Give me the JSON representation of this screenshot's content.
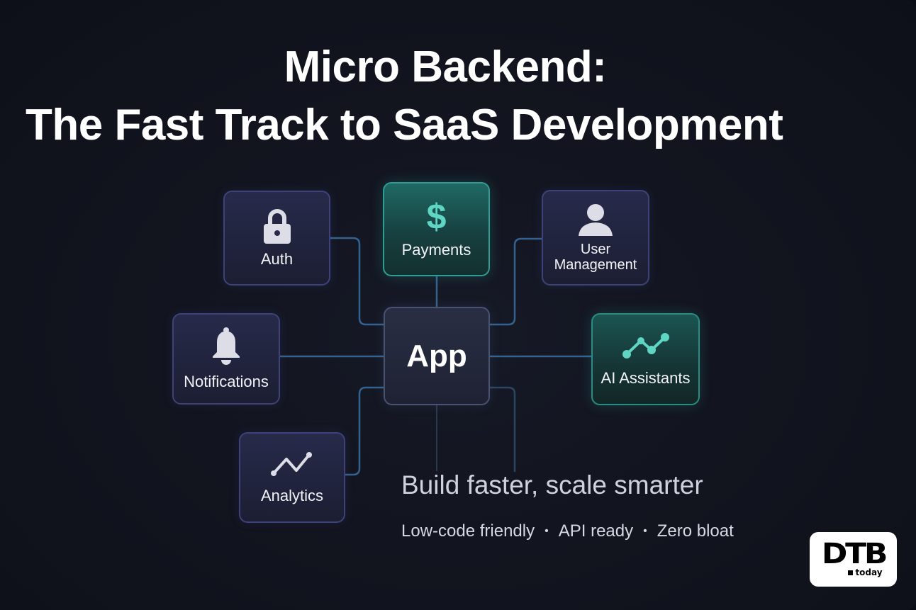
{
  "header": {
    "title_line1": "Micro Backend:",
    "title_line2": "The Fast Track to SaaS Development"
  },
  "diagram": {
    "center": {
      "label": "App"
    },
    "nodes": [
      {
        "id": "auth",
        "label": "Auth",
        "icon": "lock-icon",
        "style": "purple"
      },
      {
        "id": "payments",
        "label": "Payments",
        "icon": "dollar-icon",
        "style": "teal"
      },
      {
        "id": "user-management",
        "label_line1": "User",
        "label_line2": "Management",
        "icon": "user-icon",
        "style": "purple"
      },
      {
        "id": "notifications",
        "label": "Notifications",
        "icon": "bell-icon",
        "style": "purple"
      },
      {
        "id": "ai-assistants",
        "label": "AI Assistants",
        "icon": "network-graph-icon",
        "style": "teal"
      },
      {
        "id": "analytics",
        "label": "Analytics",
        "icon": "line-chart-icon",
        "style": "purple"
      }
    ]
  },
  "footer": {
    "tagline": "Build faster, scale smarter",
    "features": [
      "Low-code friendly",
      "API ready",
      "Zero bloat"
    ],
    "separator": "•"
  },
  "logo": {
    "main": "DTB",
    "sub": "today"
  },
  "colors": {
    "background": "#12141f",
    "node_purple_border": "#3e4278",
    "node_teal_border": "#2f9d93",
    "accent_teal": "#5fd6c4",
    "wire": "#3a6a9a",
    "text": "#ffffff"
  }
}
